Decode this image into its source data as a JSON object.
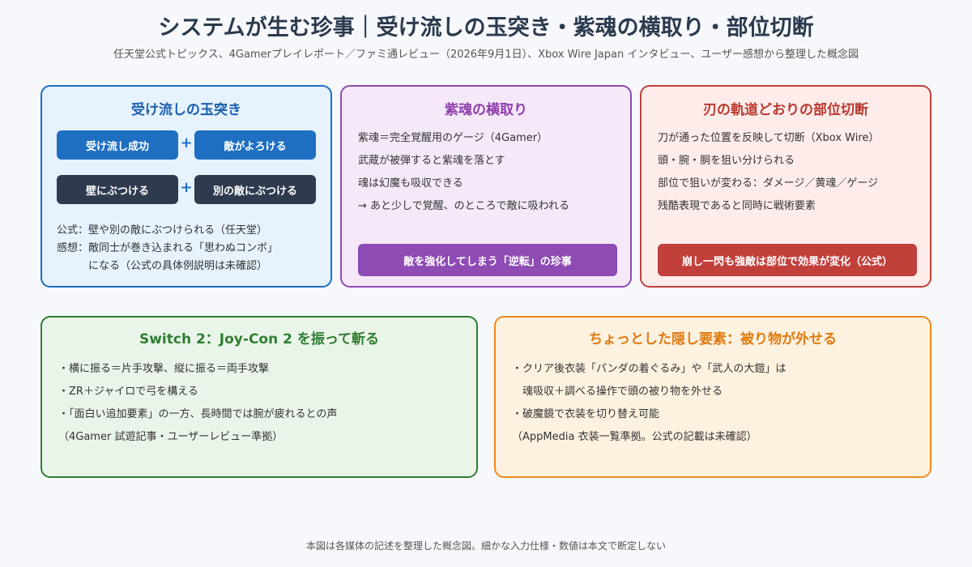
{
  "title": "システムが生む珍事｜受け流しの玉突き・紫魂の横取り・部位切断",
  "subtitle": "任天堂公式トピックス、4Gamerプレイレポート／ファミ通レビュー（2026年9月1日）、Xbox Wire Japan インタビュー、ユーザー感想から整理した概念図",
  "card1": {
    "title": "受け流しの玉突き",
    "row1": {
      "left": "受け流し成功",
      "plus": "+",
      "right": "敵がよろける"
    },
    "row2": {
      "left": "壁にぶつける",
      "plus": "+",
      "right": "別の敵にぶつける"
    },
    "notes": [
      "公式：壁や別の敵にぶつけられる（任天堂）",
      "感想：敵同士が巻き込まれる「思わぬコンボ」",
      "　　　になる（公式の具体例説明は未確認）"
    ]
  },
  "card2": {
    "title": "紫魂の横取り",
    "lines": [
      "紫魂＝完全覚醒用のゲージ（4Gamer）",
      "武蔵が被弾すると紫魂を落とす",
      "魂は幻魔も吸収できる",
      "→ あと少しで覚醒、のところで敵に吸われる"
    ],
    "banner": "敵を強化してしまう「逆転」の珍事"
  },
  "card3": {
    "title": "刃の軌道どおりの部位切断",
    "lines": [
      "刀が通った位置を反映して切断（Xbox Wire）",
      "頭・腕・胴を狙い分けられる",
      "部位で狙いが変わる：ダメージ／黄魂／ゲージ",
      "残酷表現であると同時に戦術要素"
    ],
    "banner": "崩し一閃も強敵は部位で効果が変化（公式）"
  },
  "card4": {
    "title": "Switch 2：Joy-Con 2 を振って斬る",
    "lines": [
      "・横に振る＝片手攻撃、縦に振る＝両手攻撃",
      "・ZR＋ジャイロで弓を構える",
      "・「面白い追加要素」の一方、長時間では腕が疲れるとの声",
      "（4Gamer 試遊記事・ユーザーレビュー準拠）"
    ]
  },
  "card5": {
    "title": "ちょっとした隠し要素：被り物が外せる",
    "lines": [
      "・クリア後衣装「パンダの着ぐるみ」や「武人の大鎧」は",
      "　魂吸収＋調べる操作で頭の被り物を外せる",
      "・破魔鏡で衣装を切り替え可能",
      "（AppMedia 衣装一覧準拠。公式の記載は未確認）"
    ]
  },
  "footer": "本図は各媒体の記述を整理した概念図。細かな入力仕様・数値は本文で断定しない"
}
